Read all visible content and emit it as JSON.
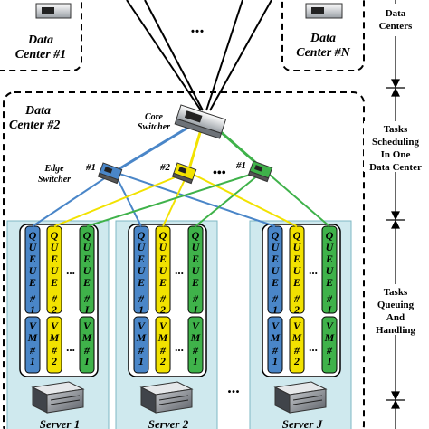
{
  "data_centers": {
    "dc1": [
      "Data",
      "Center #1"
    ],
    "dcN": [
      "Data",
      "Center #N"
    ],
    "dc2": [
      "Data",
      "Center #2"
    ],
    "middle_ellipsis": "..."
  },
  "core": {
    "label": [
      "Core",
      "Switcher"
    ]
  },
  "edge": {
    "label": [
      "Edge",
      "Switcher"
    ],
    "switches": [
      {
        "tag": "#1",
        "color": "#4a86c8"
      },
      {
        "tag": "#2",
        "color": "#f2e200"
      },
      {
        "tag": "#1",
        "color": "#3fb24a"
      }
    ],
    "ellipsis": "•••"
  },
  "servers": [
    {
      "name": "Server 1",
      "queue1": "#1",
      "queue2": "#2",
      "queueN": "#I",
      "vm1": "#1",
      "vm2": "#2",
      "vmN": "#I"
    },
    {
      "name": "Server 2",
      "queue1": "#1",
      "queue2": "#2",
      "queueN": "#I",
      "vm1": "#1",
      "vm2": "#2",
      "vmN": "#I"
    },
    {
      "name": "Server J",
      "queue1": "#1",
      "queue2": "#2",
      "queueN": "#I",
      "vm1": "#1",
      "vm2": "#2",
      "vmN": "#I"
    }
  ],
  "queue_word": [
    "Q",
    "U",
    "E",
    "U",
    "E"
  ],
  "vm_word": [
    "V",
    "M"
  ],
  "col_ellipsis": "...",
  "server_ellipsis": "...",
  "colors": {
    "blue": "#4a86c8",
    "yellow": "#f2e200",
    "green": "#3fb24a",
    "panel": "#cfe9ee",
    "panel_border": "#7fb8c4"
  },
  "side_labels": {
    "top": [
      "Data",
      "Centers"
    ],
    "middle": [
      "Tasks",
      "Scheduling",
      "In One",
      "Data Center"
    ],
    "bottom": [
      "Tasks",
      "Queuing",
      "And",
      "Handling"
    ]
  }
}
